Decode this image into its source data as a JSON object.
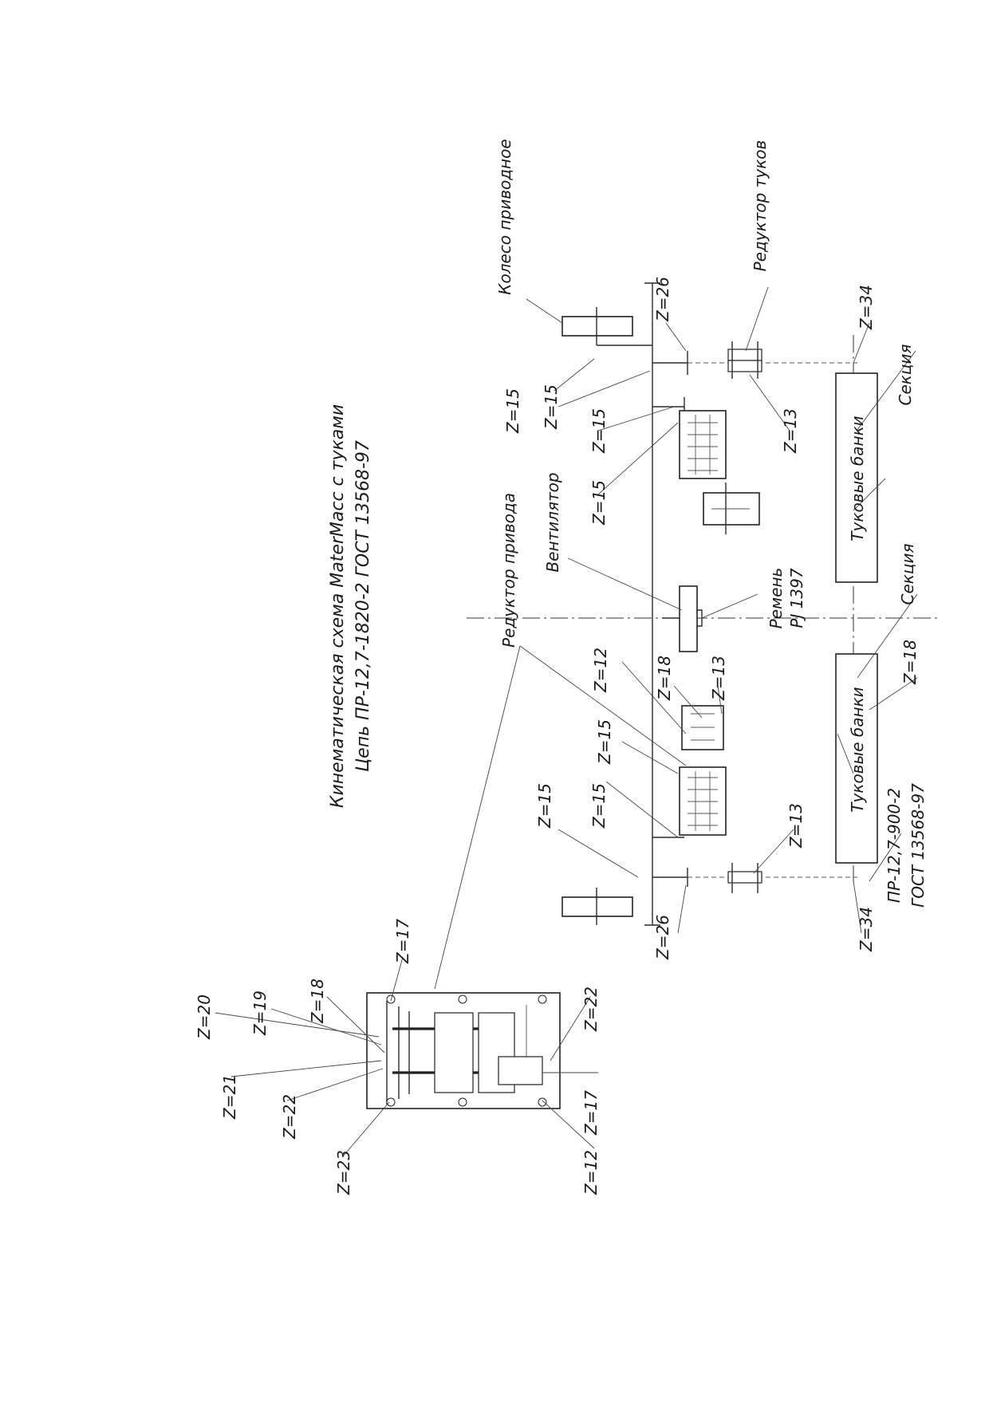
{
  "title": {
    "line1": "Кинематическая схема MaterMacc с туками",
    "line2": "Цепь ПР-12,7-1820-2 ГОСТ 13568-97"
  },
  "labels": {
    "drive_wheel": "Колесо приводное",
    "fert_reducer": "Редуктор туков",
    "drive_reducer": "Редуктор привода",
    "fan": "Вентилятор",
    "belt_line1": "Ремень",
    "belt_line2": "PJ 1397",
    "section_top": "Секция",
    "section_mid": "Секция",
    "tanks_top": "Туковые банки",
    "tanks_bottom": "Туковые банки",
    "chain_line1": "ПР-12,7-900-2",
    "chain_line2": "ГОСТ 13568-97"
  },
  "gear_labels": {
    "r_z15_a": "Z=15",
    "r_z15_b": "Z=15",
    "r_z15_c": "Z=15",
    "r_z15_d": "Z=15",
    "r_z26": "Z=26",
    "r_z13": "Z=13",
    "r_z34": "Z=34",
    "l_z15_a": "Z=15",
    "l_z15_b": "Z=15",
    "l_z15_c": "Z=15",
    "l_z12": "Z=12",
    "l_z18_a": "Z=18",
    "l_z13_a": "Z=13",
    "l_z18_b": "Z=18",
    "l_z13_b": "Z=13",
    "l_z26": "Z=26",
    "l_z34": "Z=34",
    "g_z20": "Z=20",
    "g_z19": "Z=19",
    "g_z18": "Z=18",
    "g_z17_top": "Z=17",
    "g_z21": "Z=21",
    "g_z22_left": "Z=22",
    "g_z23": "Z=23",
    "g_z22_right": "Z=22",
    "g_z17_right": "Z=17",
    "g_z12": "Z=12"
  }
}
